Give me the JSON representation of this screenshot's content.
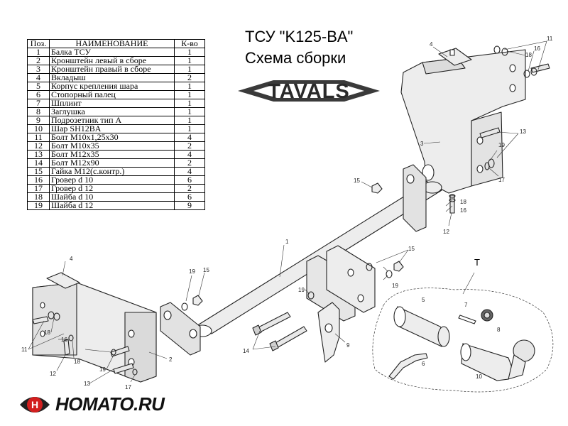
{
  "table": {
    "headers": {
      "num": "Поз.",
      "name": "НАИМЕНОВАНИЕ",
      "qty": "К-во"
    },
    "rows": [
      {
        "num": "1",
        "name": "Балка ТСУ",
        "qty": "1"
      },
      {
        "num": "2",
        "name": "Кронштейн левый в сборе",
        "qty": "1"
      },
      {
        "num": "3",
        "name": "Кронштейн правый в сборе",
        "qty": "1"
      },
      {
        "num": "4",
        "name": "Вкладыш",
        "qty": "2"
      },
      {
        "num": "5",
        "name": "Корпус крепления шара",
        "qty": "1"
      },
      {
        "num": "6",
        "name": "Стопорный палец",
        "qty": "1"
      },
      {
        "num": "7",
        "name": "Шплинт",
        "qty": "1"
      },
      {
        "num": "8",
        "name": "Заглушка",
        "qty": "1"
      },
      {
        "num": "9",
        "name": "Подрозетник тип А",
        "qty": "1"
      },
      {
        "num": "10",
        "name": "Шар SH12BA",
        "qty": "1"
      },
      {
        "num": "11",
        "name": "Болт М10х1,25х30",
        "qty": "4"
      },
      {
        "num": "12",
        "name": "Болт М10х35",
        "qty": "2"
      },
      {
        "num": "13",
        "name": "Болт М12х35",
        "qty": "4"
      },
      {
        "num": "14",
        "name": "Болт М12х90",
        "qty": "2"
      },
      {
        "num": "15",
        "name": "Гайка М12(с.контр.)",
        "qty": "4"
      },
      {
        "num": "16",
        "name": "Гровер d 10",
        "qty": "6"
      },
      {
        "num": "17",
        "name": "Гровер d 12",
        "qty": "2"
      },
      {
        "num": "18",
        "name": "Шайба d 10",
        "qty": "6"
      },
      {
        "num": "19",
        "name": "Шайба d 12",
        "qty": "9"
      }
    ]
  },
  "title": {
    "line1": "ТСУ \"K125-BA\"",
    "line2": "Схема сборки"
  },
  "brand": {
    "logo_text": "TAVALS",
    "footer_text": "HOMATO.RU",
    "footer_letter": "H",
    "accent": "#d21f1f"
  },
  "callouts": [
    {
      "id": "c4a",
      "text": "4"
    },
    {
      "id": "c18a",
      "text": "18"
    },
    {
      "id": "c16a",
      "text": "16"
    },
    {
      "id": "c11a",
      "text": "11"
    },
    {
      "id": "c3",
      "text": "3"
    },
    {
      "id": "c13a",
      "text": "13"
    },
    {
      "id": "c19a",
      "text": "19"
    },
    {
      "id": "c17a",
      "text": "17"
    },
    {
      "id": "c15a",
      "text": "15"
    },
    {
      "id": "c18b",
      "text": "18"
    },
    {
      "id": "c16b",
      "text": "16"
    },
    {
      "id": "c12a",
      "text": "12"
    },
    {
      "id": "c1",
      "text": "1"
    },
    {
      "id": "c15b",
      "text": "15"
    },
    {
      "id": "c4b",
      "text": "4"
    },
    {
      "id": "c19b",
      "text": "19"
    },
    {
      "id": "c15c",
      "text": "15"
    },
    {
      "id": "c19c",
      "text": "19"
    },
    {
      "id": "c19d",
      "text": "19"
    },
    {
      "id": "c11b",
      "text": "11"
    },
    {
      "id": "c16c",
      "text": "16"
    },
    {
      "id": "c18c",
      "text": "18"
    },
    {
      "id": "c18d",
      "text": "18"
    },
    {
      "id": "c12b",
      "text": "12"
    },
    {
      "id": "c13b",
      "text": "13"
    },
    {
      "id": "c19e",
      "text": "19"
    },
    {
      "id": "c17b",
      "text": "17"
    },
    {
      "id": "c2",
      "text": "2"
    },
    {
      "id": "c14",
      "text": "14"
    },
    {
      "id": "c9",
      "text": "9"
    },
    {
      "id": "cT",
      "text": "T"
    },
    {
      "id": "c5",
      "text": "5"
    },
    {
      "id": "c7",
      "text": "7"
    },
    {
      "id": "c8",
      "text": "8"
    },
    {
      "id": "c6",
      "text": "6"
    },
    {
      "id": "c10",
      "text": "10"
    }
  ]
}
